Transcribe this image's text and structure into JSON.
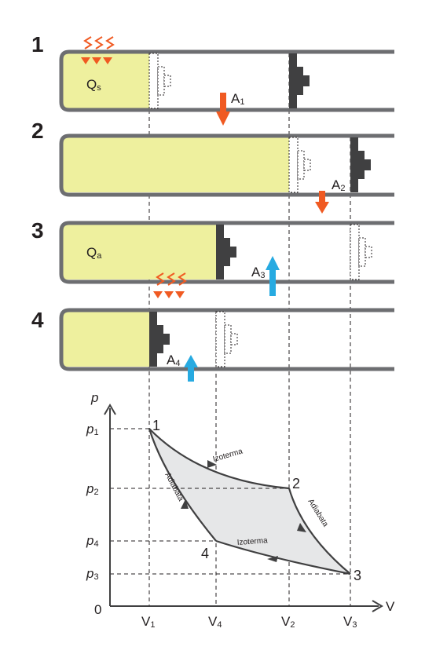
{
  "stages": [
    {
      "number": "1",
      "gas_label": "Q",
      "gas_sub": "s",
      "work_label": "A",
      "work_sub": "1"
    },
    {
      "number": "2",
      "work_label": "A",
      "work_sub": "2"
    },
    {
      "number": "3",
      "gas_label": "Q",
      "gas_sub": "a",
      "work_label": "A",
      "work_sub": "3"
    },
    {
      "number": "4",
      "work_label": "A",
      "work_sub": "4"
    }
  ],
  "graph": {
    "y_axis_label": "p",
    "x_axis_label": "V",
    "origin_label": "0",
    "x_ticks": [
      {
        "main": "V",
        "sub": "1"
      },
      {
        "main": "V",
        "sub": "4"
      },
      {
        "main": "V",
        "sub": "2"
      },
      {
        "main": "V",
        "sub": "3"
      }
    ],
    "y_ticks": [
      {
        "main": "p",
        "sub": "1"
      },
      {
        "main": "p",
        "sub": "2"
      },
      {
        "main": "p",
        "sub": "4"
      },
      {
        "main": "p",
        "sub": "3"
      }
    ],
    "points": [
      "1",
      "2",
      "3",
      "4"
    ],
    "curve_labels": {
      "isotherm_top": "Izoterma",
      "isotherm_bottom": "Izoterma",
      "adiabat_right": "Adiabata",
      "adiabat_left": "Adiabata"
    }
  },
  "colors": {
    "gas_fill": "#eef09e",
    "cylinder": "#6d6e71",
    "piston": "#404041",
    "heat_arrow": "#f05a22",
    "expansion_arrow": "#f05a22",
    "compression_arrow": "#27aae1",
    "cycle_fill": "#e6e7e8"
  }
}
